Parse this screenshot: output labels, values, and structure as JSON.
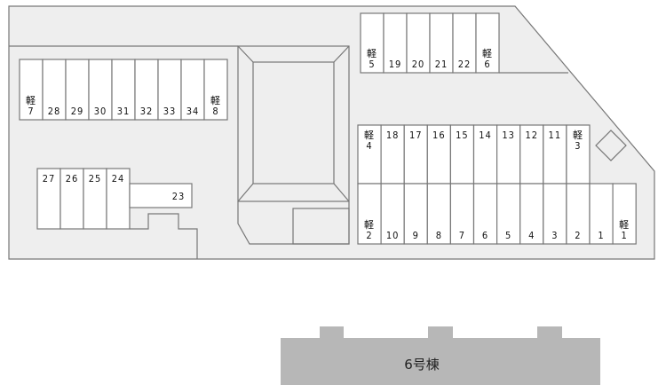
{
  "parking_map": {
    "rows": [
      {
        "name": "row-top-left",
        "labels": [
          "軽7",
          "28",
          "29",
          "30",
          "31",
          "32",
          "33",
          "34",
          "軽8"
        ],
        "label_align": "bottom"
      },
      {
        "name": "row-small-left",
        "labels": [
          "27",
          "26",
          "25",
          "24"
        ],
        "label_align": "top"
      },
      {
        "name": "row-top-right",
        "labels": [
          "軽5",
          "19",
          "20",
          "21",
          "22",
          "軽6"
        ],
        "label_align": "bottom"
      },
      {
        "name": "row-middle-right",
        "labels": [
          "軽4",
          "18",
          "17",
          "16",
          "15",
          "14",
          "13",
          "12",
          "11",
          "軽3"
        ],
        "label_align": "top"
      },
      {
        "name": "row-bottom-right",
        "labels": [
          "軽2",
          "10",
          "9",
          "8",
          "7",
          "6",
          "5",
          "4",
          "3",
          "2",
          "1",
          "軽1"
        ],
        "label_align": "bottom"
      }
    ],
    "slot_23": "23",
    "building_label": "6号棟",
    "colors": {
      "lot": "#eeeeee",
      "slot": "#ffffff",
      "outline": "#777777",
      "building": "#b7b7b7"
    }
  }
}
